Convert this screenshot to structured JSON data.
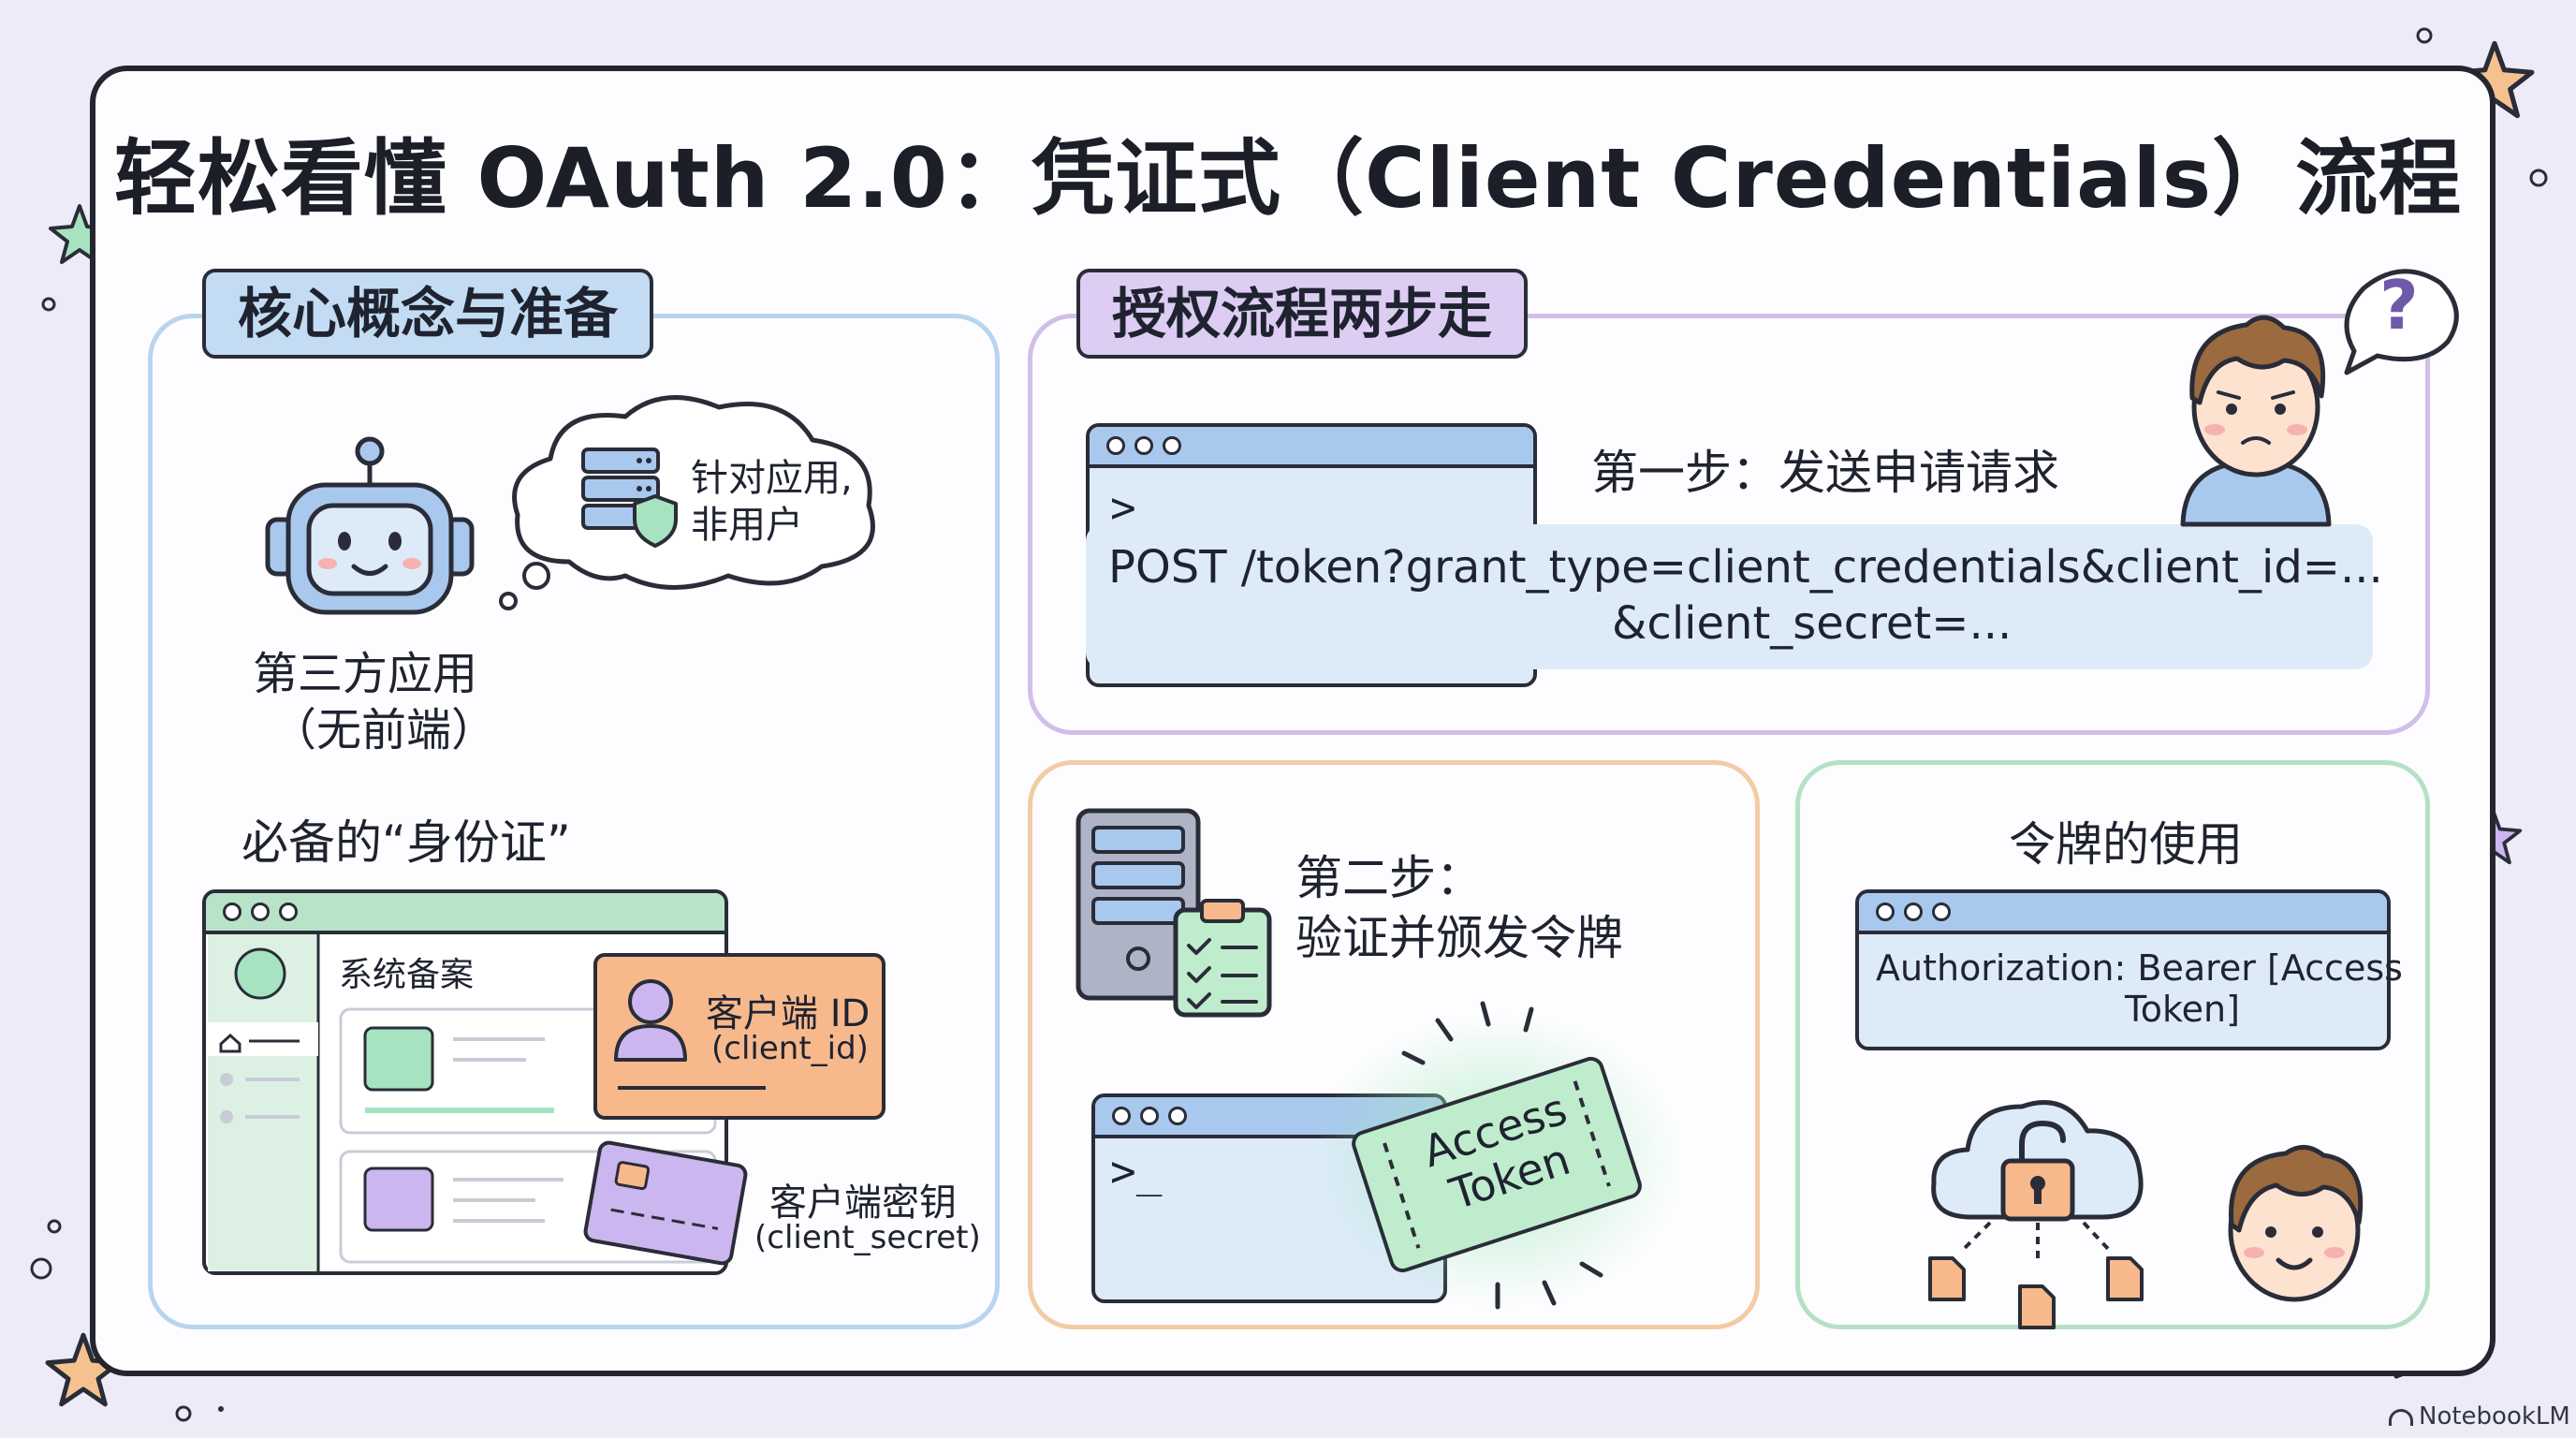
{
  "title": "轻松看懂 OAuth 2.0：凭证式（Client Credentials）流程",
  "left_panel": {
    "tag": "核心概念与准备",
    "cloud_text_line1": "针对应用,",
    "cloud_text_line2": "非用户",
    "robot_label_line1": "第三方应用",
    "robot_label_line2": "（无前端）",
    "credentials_heading": "必备的“身份证”",
    "registry_label": "系统备案",
    "client_id_label": "客户端 ID",
    "client_id_code": "(client_id)",
    "client_secret_label": "客户端密钥",
    "client_secret_code": "(client_secret)"
  },
  "step1": {
    "tag": "授权流程两步走",
    "heading": "第一步：发送申请请求",
    "prompt": ">_",
    "request_line1": "POST  /token?grant_type=client_credentials&client_id=...",
    "request_line2": "&client_secret=..."
  },
  "step2": {
    "heading_line1": "第二步：",
    "heading_line2": "验证并颁发令牌",
    "prompt": ">_",
    "ticket_line1": "Access",
    "ticket_line2": "Token"
  },
  "token_usage": {
    "heading": "令牌的使用",
    "header_line1": "Authorization:  Bearer  [Access",
    "header_line2": "Token]"
  },
  "question_mark": "?",
  "watermark": "NotebookLM",
  "colors": {
    "blue_accent": "#a9c8ee",
    "purple_accent": "#d1bfe8",
    "orange_accent": "#f7b98c",
    "green_accent": "#b9e3c8"
  },
  "icons": [
    "robot-icon",
    "server-shield-icon",
    "person-avatar-icon",
    "credit-card-icon",
    "server-icon",
    "clipboard-checklist-icon",
    "ticket-icon",
    "cloud-lock-icon",
    "document-icon",
    "star-icon",
    "question-bubble-icon"
  ]
}
